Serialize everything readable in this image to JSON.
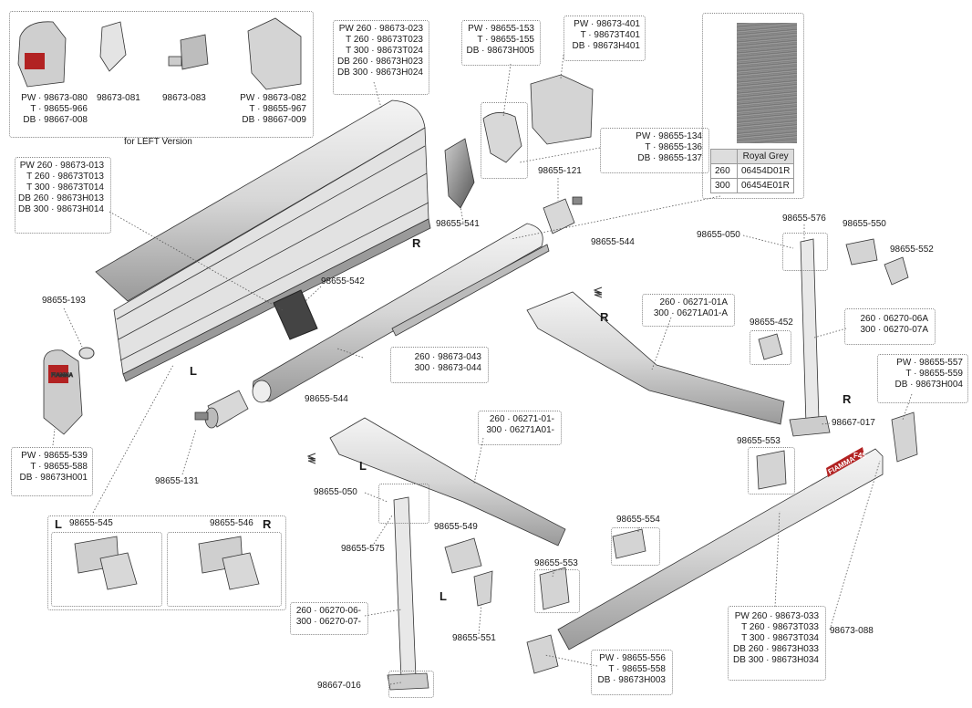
{
  "labels": {
    "cap_left_top": "PW · 98673-080\nT · 98655-966\nDB · 98667-008",
    "part_081": "98673-081",
    "part_083": "98673-083",
    "cap_082": "PW · 98673-082\nT · 98655-967\nDB · 98667-009",
    "left_version_note": "for LEFT Version",
    "box_023": "PW 260 · 98673-023\nT 260 · 98673T023\nT 300 · 98673T024\nDB 260 · 98673H023\nDB 300 · 98673H024",
    "box_153": "PW · 98655-153\nT · 98655-155\nDB · 98673H005",
    "box_401": "PW · 98673-401\nT · 98673T401\nDB · 98673H401",
    "box_134": "PW · 98655-134\nT · 98655-136\nDB · 98655-137",
    "box_013": "PW 260 · 98673-013\nT 260 · 98673T013\nT 300 · 98673T014\nDB 260 · 98673H013\nDB 300 · 98673H014",
    "part_121": "98655-121",
    "part_541": "98655-541",
    "letter_r_top": "R",
    "part_544_top": "98655-544",
    "part_576": "98655-576",
    "part_550": "98655-550",
    "part_050_right": "98655-050",
    "part_552": "98655-552",
    "part_193": "98655-193",
    "part_542": "98655-542",
    "letter_r_arm": "R",
    "box_01a": "260 · 06271-01A\n300 · 06271A01-A",
    "part_452": "98655-452",
    "box_06a": "260 · 06270-06A\n300 · 06270-07A",
    "letter_l_top": "L",
    "box_043": "260 · 98673-043\n300 · 98673-044",
    "box_557": "PW · 98655-557\nT · 98655-559\nDB · 98673H004",
    "letter_r_leg": "R",
    "part_544_bottom": "98655-544",
    "box_271_left": "260 · 06271-01-\n300 · 06271A01-",
    "part_017": "98667-017",
    "part_553_right": "98655-553",
    "box_539": "PW · 98655-539\nT · 98655-588\nDB · 98673H001",
    "part_131": "98655-131",
    "letter_l_arm": "L",
    "part_050_left": "98655-050",
    "part_545": "98655-545",
    "part_546": "98655-546",
    "letter_l_bracket": "L",
    "letter_r_bracket": "R",
    "part_575": "98655-575",
    "part_549": "98655-549",
    "part_554": "98655-554",
    "part_553_bottom": "98655-553",
    "letter_l_small": "L",
    "box_270_left": "260 · 06270-06-\n300 · 06270-07-",
    "part_551": "98655-551",
    "box_033": "PW 260 · 98673-033\nT 260 · 98673T033\nT 300 · 98673T034\nDB 260 · 98673H033\nDB 300 · 98673H034",
    "part_088": "98673-088",
    "box_556": "PW · 98655-556\nT · 98655-558\nDB · 98673H003",
    "part_016": "98667-016",
    "brand_text": "FIAMMA",
    "model_text": "F45"
  },
  "color_table": {
    "header": "Royal Grey",
    "rows": [
      {
        "size": "260",
        "code": "06454D01R"
      },
      {
        "size": "300",
        "code": "06454E01R"
      }
    ]
  }
}
